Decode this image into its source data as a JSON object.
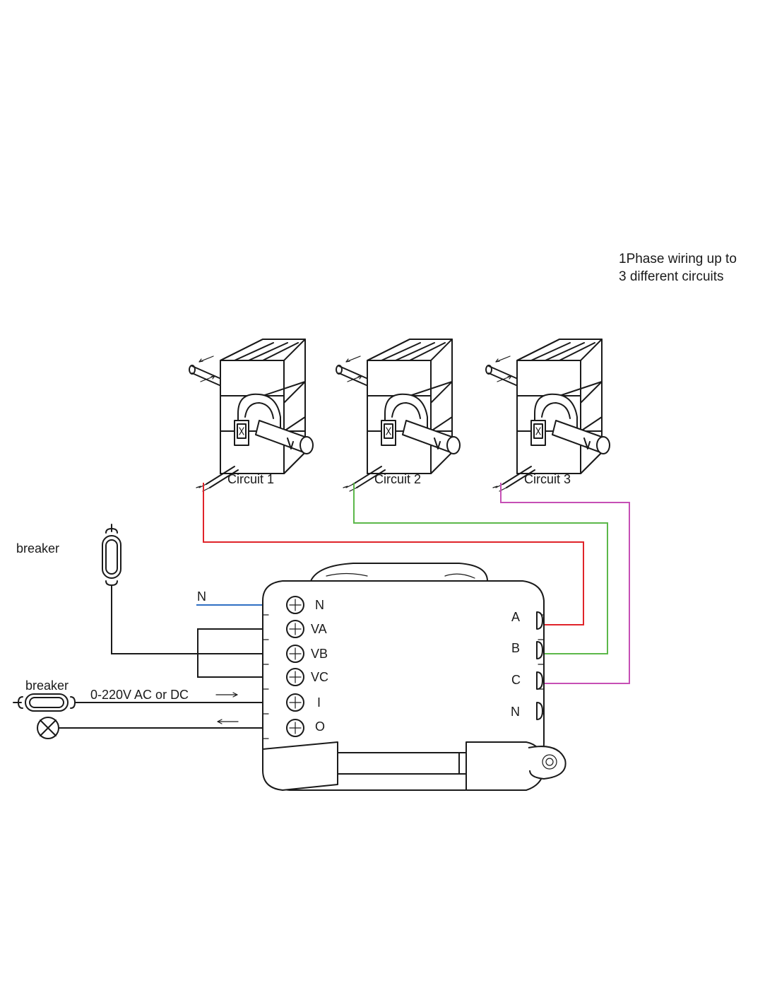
{
  "note": {
    "line1": "1Phase wiring up to",
    "line2": "3 different circuits"
  },
  "circuits": [
    {
      "label": "Circuit 1",
      "wire_color": "#e0242a"
    },
    {
      "label": "Circuit 2",
      "wire_color": "#5cb84a"
    },
    {
      "label": "Circuit 3",
      "wire_color": "#c64fb5"
    }
  ],
  "neutral_wire_color": "#2f6fc4",
  "breaker_top_label": "breaker",
  "breaker_bottom_label": "breaker",
  "input_label": "0-220V AC or DC",
  "neutral_label": "N",
  "left_terminals": [
    "N",
    "VA",
    "VB",
    "VC",
    "I",
    "O"
  ],
  "right_terminals": [
    "A",
    "B",
    "C",
    "N"
  ]
}
